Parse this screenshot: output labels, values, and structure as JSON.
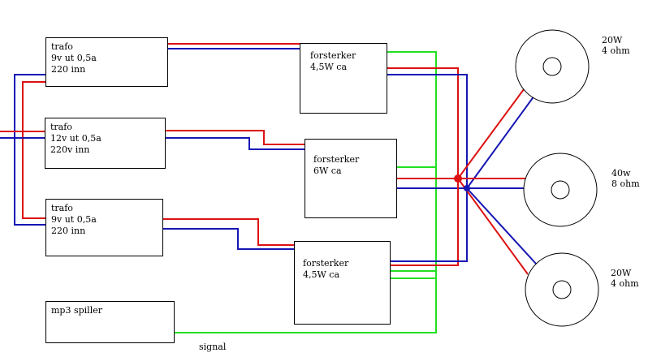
{
  "colors": {
    "red": "#dd1111",
    "blue": "#1616b4",
    "green": "#22e022",
    "black": "#000000"
  },
  "transformers": [
    {
      "title": "trafo",
      "line1": "9v ut 0,5a",
      "line2": "220 inn"
    },
    {
      "title": "trafo",
      "line1": "12v ut 0,5a",
      "line2": "220v inn"
    },
    {
      "title": "trafo",
      "line1": "9v ut 0,5a",
      "line2": "220 inn"
    }
  ],
  "amplifiers": [
    {
      "title": "forsterker",
      "spec": "4,5W ca"
    },
    {
      "title": "forsterker",
      "spec": "6W ca"
    },
    {
      "title": "forsterker",
      "spec": "4,5W ca"
    }
  ],
  "source": {
    "label": "mp3 spiller"
  },
  "signal_label": "signal",
  "speakers": [
    {
      "power": "20W",
      "impedance": "4 ohm"
    },
    {
      "power": "40w",
      "impedance": "8 ohm"
    },
    {
      "power": "20W",
      "impedance": "4 ohm"
    }
  ]
}
